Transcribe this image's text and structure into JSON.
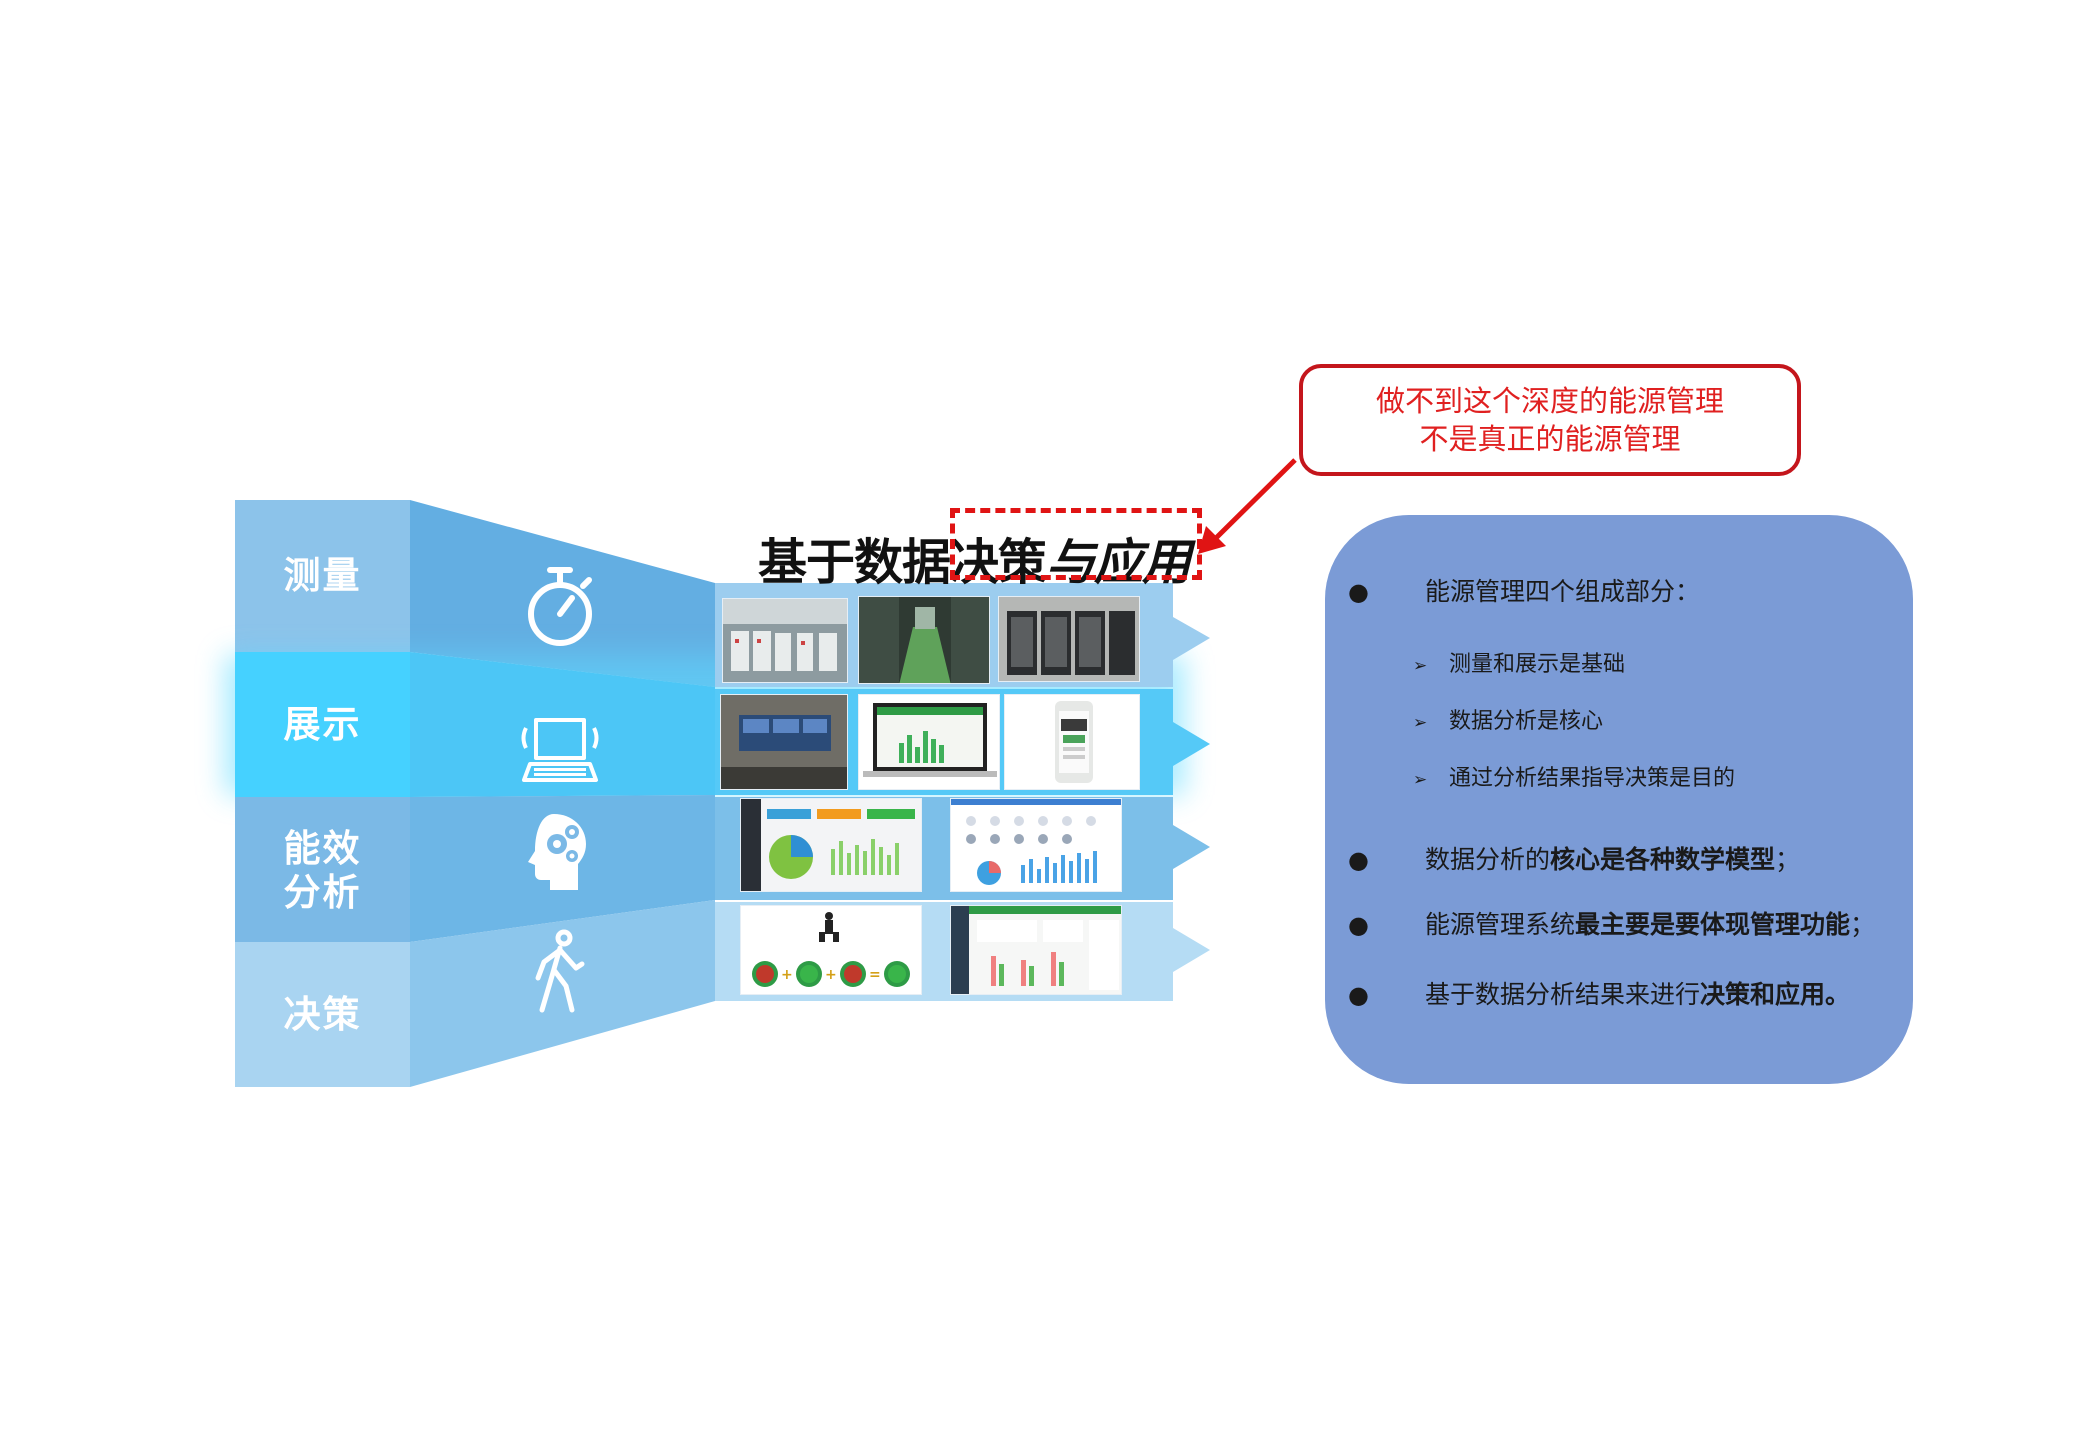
{
  "stages": [
    {
      "label": "测量",
      "icon": "stopwatch-icon"
    },
    {
      "label": "展示",
      "icon": "laptop-icon"
    },
    {
      "label": "能效分析",
      "icon": "head-gears-icon"
    },
    {
      "label": "决策",
      "icon": "walking-person-icon"
    }
  ],
  "title": {
    "main": "基于数据决策",
    "highlight": "与应用"
  },
  "callout": {
    "line1": "做不到这个深度的能源管理",
    "line2": "不是真正的能源管理"
  },
  "panel": {
    "bullet1": "能源管理四个组成部分：",
    "sub_items": [
      "测量和展示是基础",
      "数据分析是核心",
      "通过分析结果指导决策是目的"
    ],
    "bullet2": {
      "normal": "数据分析的",
      "bold": "核心是各种数学模型",
      "tail": "；"
    },
    "bullet3": {
      "normal": "能源管理系统",
      "bold": "最主要是要体现管理功能",
      "tail": "；"
    },
    "bullet4": {
      "normal": "基于数据分析结果来进行",
      "bold": "决策和应用。",
      "tail": ""
    }
  },
  "colors": {
    "accent_red": "#e01414",
    "panel_blue": "#7b9bd6",
    "funnel_blue": "#5fb0e3",
    "highlight_cyan": "#4fd0ff"
  }
}
